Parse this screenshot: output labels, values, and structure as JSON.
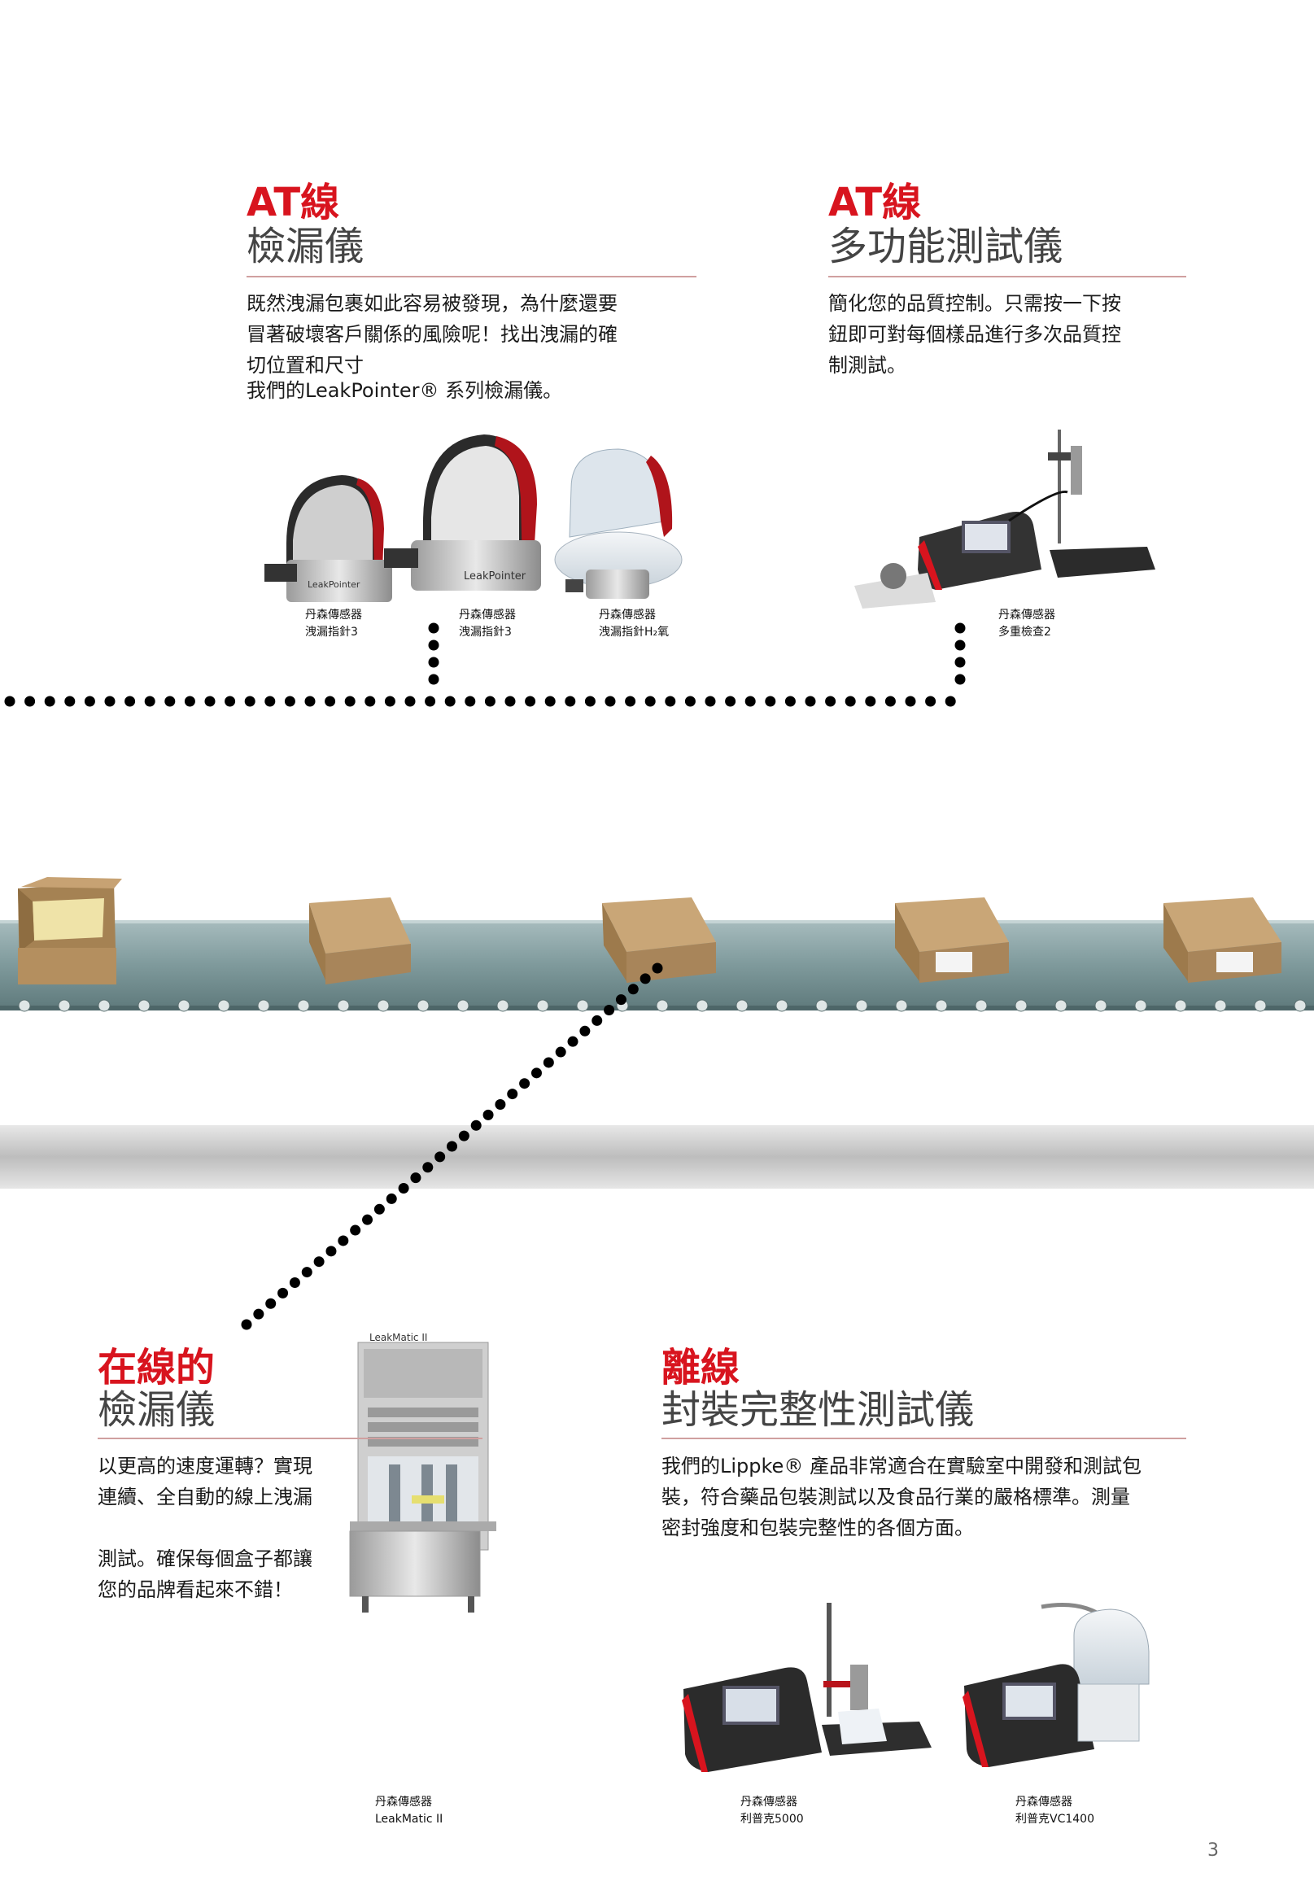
{
  "sections": {
    "at_leak": {
      "label_red": "AT線",
      "label_gray": "檢漏儀",
      "body": "既然洩漏包裹如此容易被發現，為什麼還要\n冒著破壞客戶關係的風險呢！找出洩漏的確\n切位置和尺寸",
      "body_2": "我們的LeakPointer® 系列檢漏儀。"
    },
    "at_multi": {
      "label_red": "AT線",
      "label_gray": "多功能測試儀",
      "body": "簡化您的品質控制。只需按一下按\n鈕即可對每個樣品進行多次品質控\n制測試。"
    },
    "inline": {
      "label_red": "在線的",
      "label_gray": "檢漏儀",
      "body": "以更高的速度運轉？實現\n連續、全自動的線上洩漏\n\n測試。確保每個盒子都讓\n您的品牌看起來不錯！"
    },
    "offline": {
      "label_red": "離線",
      "label_gray": "封裝完整性測試儀",
      "body": "我們的Lippke® 產品非常適合在實驗室中開發和測試包\n裝，符合藥品包裝測試以及食品行業的嚴格標準。測量\n密封強度和包裝完整性的各個方面。"
    }
  },
  "products": [
    {
      "brand": "丹森傳感器",
      "name": "洩漏指針3"
    },
    {
      "brand": "丹森傳感器",
      "name": "洩漏指針3"
    },
    {
      "brand": "丹森傳感器",
      "name": "洩漏指針H₂氧"
    },
    {
      "brand": "丹森傳感器",
      "name": "多重檢查2"
    },
    {
      "brand": "丹森傳感器",
      "name": "LeakMatic II"
    },
    {
      "brand": "丹森傳感器",
      "name": "利普克5000"
    },
    {
      "brand": "丹森傳感器",
      "name": "利普克VC1400"
    }
  ],
  "device_labels": {
    "leakpointer": "LeakPointer",
    "leakmatic": "LeakMatic II"
  },
  "colors": {
    "accent_red": "#d8141e",
    "heading_gray": "#444444",
    "conveyor": "#7f9a9c",
    "box": "#b08e60"
  },
  "page_number": "3"
}
